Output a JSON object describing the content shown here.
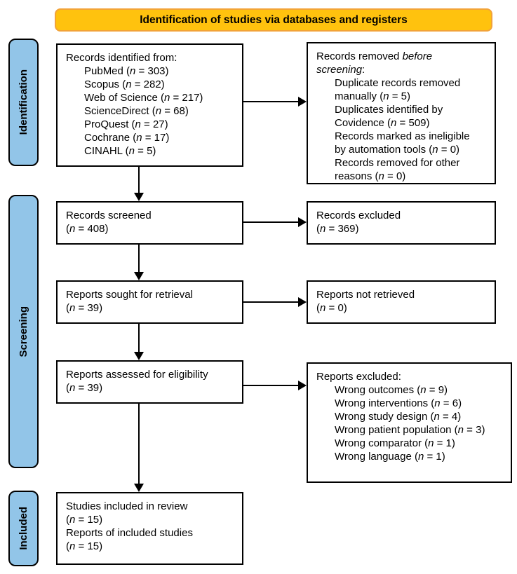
{
  "banner": {
    "title": "Identification of studies via databases and registers"
  },
  "colors": {
    "banner_fill": "#FFC20E",
    "banner_border": "#F2A338",
    "stage_fill": "#92C5E8",
    "line": "#000000",
    "text": "#000000"
  },
  "stages": [
    {
      "id": "identification",
      "label": "Identification"
    },
    {
      "id": "screening",
      "label": "Screening"
    },
    {
      "id": "included",
      "label": "Included"
    }
  ],
  "boxes": [
    {
      "id": "records-identified",
      "lines": [
        {
          "indent": 0,
          "segments": [
            {
              "t": "Records identified from:"
            }
          ]
        },
        {
          "indent": 1,
          "segments": [
            {
              "t": "PubMed ("
            },
            {
              "t": "n",
              "i": true
            },
            {
              "t": " = 303)"
            }
          ]
        },
        {
          "indent": 1,
          "segments": [
            {
              "t": "Scopus ("
            },
            {
              "t": "n",
              "i": true
            },
            {
              "t": " = 282)"
            }
          ]
        },
        {
          "indent": 1,
          "segments": [
            {
              "t": "Web of Science ("
            },
            {
              "t": "n",
              "i": true
            },
            {
              "t": " = 217)"
            }
          ]
        },
        {
          "indent": 1,
          "segments": [
            {
              "t": "ScienceDirect ("
            },
            {
              "t": "n",
              "i": true
            },
            {
              "t": " = 68)"
            }
          ]
        },
        {
          "indent": 1,
          "segments": [
            {
              "t": "ProQuest ("
            },
            {
              "t": "n",
              "i": true
            },
            {
              "t": " = 27)"
            }
          ]
        },
        {
          "indent": 1,
          "segments": [
            {
              "t": "Cochrane ("
            },
            {
              "t": "n",
              "i": true
            },
            {
              "t": " = 17)"
            }
          ]
        },
        {
          "indent": 1,
          "segments": [
            {
              "t": "CINAHL ("
            },
            {
              "t": "n",
              "i": true
            },
            {
              "t": " = 5)"
            }
          ]
        }
      ]
    },
    {
      "id": "records-removed",
      "lines": [
        {
          "indent": 0,
          "segments": [
            {
              "t": "Records removed "
            },
            {
              "t": "before",
              "i": true
            }
          ]
        },
        {
          "indent": 0,
          "segments": [
            {
              "t": "screening",
              "i": true
            },
            {
              "t": ":"
            }
          ]
        },
        {
          "indent": 1,
          "segments": [
            {
              "t": "Duplicate records removed"
            }
          ]
        },
        {
          "indent": 1,
          "segments": [
            {
              "t": "manually ("
            },
            {
              "t": "n",
              "i": true
            },
            {
              "t": " = 5)"
            }
          ]
        },
        {
          "indent": 1,
          "segments": [
            {
              "t": "Duplicates identified by"
            }
          ]
        },
        {
          "indent": 1,
          "segments": [
            {
              "t": "Covidence ("
            },
            {
              "t": "n",
              "i": true
            },
            {
              "t": " = 509)"
            }
          ]
        },
        {
          "indent": 1,
          "segments": [
            {
              "t": "Records marked as ineligible"
            }
          ]
        },
        {
          "indent": 1,
          "segments": [
            {
              "t": "by automation tools ("
            },
            {
              "t": "n",
              "i": true
            },
            {
              "t": " = 0)"
            }
          ]
        },
        {
          "indent": 1,
          "segments": [
            {
              "t": "Records removed for other"
            }
          ]
        },
        {
          "indent": 1,
          "segments": [
            {
              "t": "reasons ("
            },
            {
              "t": "n",
              "i": true
            },
            {
              "t": " = 0)"
            }
          ]
        }
      ]
    },
    {
      "id": "records-screened",
      "lines": [
        {
          "indent": 0,
          "segments": [
            {
              "t": "Records screened"
            }
          ]
        },
        {
          "indent": 0,
          "segments": [
            {
              "t": "("
            },
            {
              "t": "n",
              "i": true
            },
            {
              "t": " = 408)"
            }
          ]
        }
      ]
    },
    {
      "id": "records-excluded",
      "lines": [
        {
          "indent": 0,
          "segments": [
            {
              "t": "Records excluded"
            }
          ]
        },
        {
          "indent": 0,
          "segments": [
            {
              "t": "("
            },
            {
              "t": "n",
              "i": true
            },
            {
              "t": " = 369)"
            }
          ]
        }
      ]
    },
    {
      "id": "reports-sought",
      "lines": [
        {
          "indent": 0,
          "segments": [
            {
              "t": "Reports sought for retrieval"
            }
          ]
        },
        {
          "indent": 0,
          "segments": [
            {
              "t": "("
            },
            {
              "t": "n",
              "i": true
            },
            {
              "t": " = 39)"
            }
          ]
        }
      ]
    },
    {
      "id": "reports-not-retrieved",
      "lines": [
        {
          "indent": 0,
          "segments": [
            {
              "t": "Reports not retrieved"
            }
          ]
        },
        {
          "indent": 0,
          "segments": [
            {
              "t": "("
            },
            {
              "t": "n",
              "i": true
            },
            {
              "t": " = 0)"
            }
          ]
        }
      ]
    },
    {
      "id": "reports-assessed",
      "lines": [
        {
          "indent": 0,
          "segments": [
            {
              "t": "Reports assessed for eligibility"
            }
          ]
        },
        {
          "indent": 0,
          "segments": [
            {
              "t": "("
            },
            {
              "t": "n",
              "i": true
            },
            {
              "t": " = 39)"
            }
          ]
        }
      ]
    },
    {
      "id": "reports-excluded",
      "lines": [
        {
          "indent": 0,
          "segments": [
            {
              "t": "Reports excluded:"
            }
          ]
        },
        {
          "indent": 1,
          "segments": [
            {
              "t": "Wrong outcomes ("
            },
            {
              "t": "n",
              "i": true
            },
            {
              "t": " = 9)"
            }
          ]
        },
        {
          "indent": 1,
          "segments": [
            {
              "t": "Wrong interventions ("
            },
            {
              "t": "n",
              "i": true
            },
            {
              "t": " = 6)"
            }
          ]
        },
        {
          "indent": 1,
          "segments": [
            {
              "t": "Wrong study design ("
            },
            {
              "t": "n",
              "i": true
            },
            {
              "t": " = 4)"
            }
          ]
        },
        {
          "indent": 1,
          "segments": [
            {
              "t": "Wrong patient population ("
            },
            {
              "t": "n",
              "i": true
            },
            {
              "t": " = 3)"
            }
          ]
        },
        {
          "indent": 1,
          "segments": [
            {
              "t": "Wrong comparator ("
            },
            {
              "t": "n",
              "i": true
            },
            {
              "t": " = 1)"
            }
          ]
        },
        {
          "indent": 1,
          "segments": [
            {
              "t": "Wrong language ("
            },
            {
              "t": "n",
              "i": true
            },
            {
              "t": " = 1)"
            }
          ]
        }
      ]
    },
    {
      "id": "studies-included",
      "lines": [
        {
          "indent": 0,
          "segments": [
            {
              "t": "Studies included in review"
            }
          ]
        },
        {
          "indent": 0,
          "segments": [
            {
              "t": "("
            },
            {
              "t": "n",
              "i": true
            },
            {
              "t": " = 15)"
            }
          ]
        },
        {
          "indent": 0,
          "segments": [
            {
              "t": "Reports of included studies"
            }
          ]
        },
        {
          "indent": 0,
          "segments": [
            {
              "t": "("
            },
            {
              "t": "n",
              "i": true
            },
            {
              "t": " = 15)"
            }
          ]
        }
      ]
    }
  ]
}
